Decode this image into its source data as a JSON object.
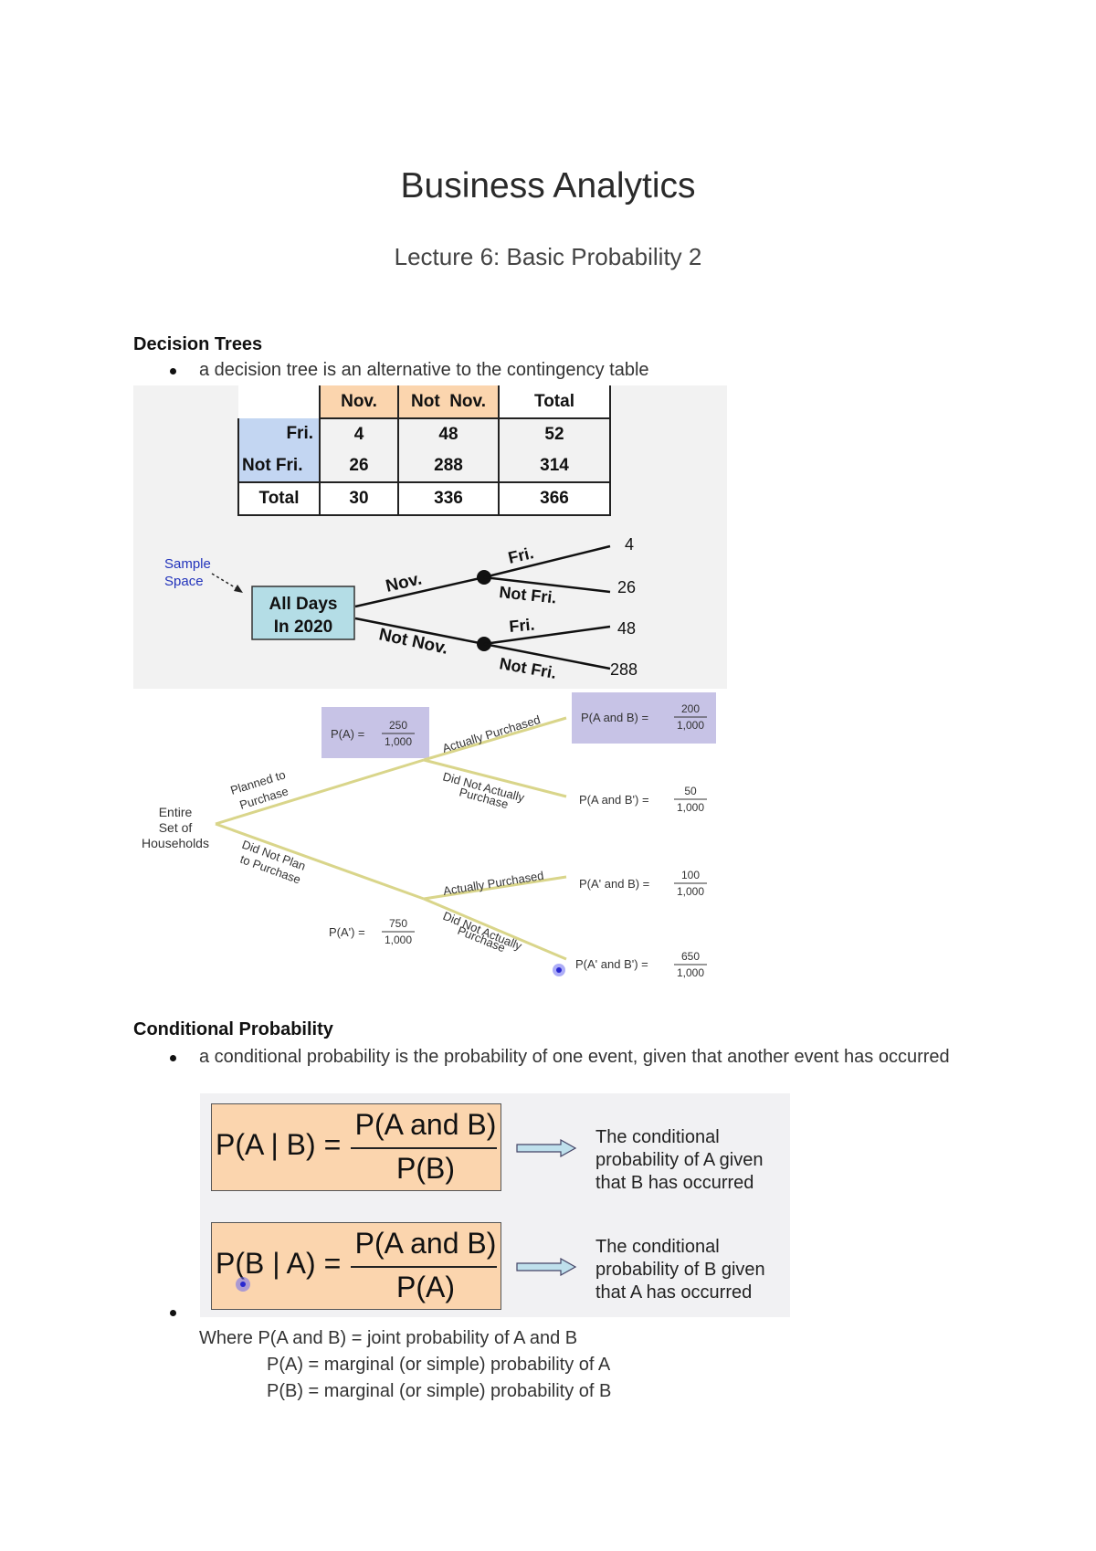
{
  "document": {
    "title": "Business Analytics",
    "subtitle": "Lecture 6: Basic Probability 2"
  },
  "sections": [
    {
      "heading": "Decision Trees",
      "bullet": "a decision tree is an alternative to the contingency table"
    },
    {
      "heading": "Conditional Probability",
      "bullet": "a conditional probability is the probability of one event, given that another event has occurred"
    }
  ],
  "contingency_table": {
    "col_headers": [
      "Nov.",
      "Not  Nov.",
      "Total"
    ],
    "rows": [
      {
        "label": "Fri.",
        "values": [
          "4",
          "48",
          "52"
        ]
      },
      {
        "label": "Not Fri.",
        "values": [
          "26",
          "288",
          "314"
        ]
      },
      {
        "label": "Total",
        "values": [
          "30",
          "336",
          "366"
        ]
      }
    ]
  },
  "tree1": {
    "sample_space_line1": "Sample",
    "sample_space_line2": "Space",
    "root_line1": "All Days",
    "root_line2": "In 2020",
    "branch_nov": "Nov.",
    "branch_not_nov": "Not Nov.",
    "leaf_fri_1": "Fri.",
    "leaf_not_fri_1": "Not Fri.",
    "leaf_fri_2": "Fri.",
    "leaf_not_fri_2": "Not Fri.",
    "v1": "4",
    "v2": "26",
    "v3": "48",
    "v4": "288"
  },
  "tree2": {
    "root_line1": "Entire",
    "root_line2": "Set of",
    "root_line3": "Households",
    "planned_line1": "Planned to",
    "planned_line2": "Purchase",
    "not_planned_line1": "Did Not Plan",
    "not_planned_line2": "to Purchase",
    "pa_label": "P(A) =",
    "pa_num": "250",
    "pa_den": "1,000",
    "pna_label": "P(A') =",
    "pna_num": "750",
    "pna_den": "1,000",
    "actually_purchased_1": "Actually Purchased",
    "did_not_1_line1": "Did Not Actually",
    "did_not_1_line2": "Purchase",
    "actually_purchased_2": "Actually Purchased",
    "did_not_2_line1": "Did Not Actually",
    "did_not_2_line2": "Purchase",
    "o1_label": "P(A and B) =",
    "o1_num": "200",
    "o1_den": "1,000",
    "o2_label": "P(A and B') =",
    "o2_num": "50",
    "o2_den": "1,000",
    "o3_label": "P(A' and B) =",
    "o3_num": "100",
    "o3_den": "1,000",
    "o4_label": "P(A' and B') =",
    "o4_num": "650",
    "o4_den": "1,000"
  },
  "formulas": [
    {
      "lhs": "P(A | B) =",
      "num": "P(A and B)",
      "den": "P(B)",
      "desc_line1": "The conditional",
      "desc_line2": "probability of A given",
      "desc_line3": "that B has occurred"
    },
    {
      "lhs": "P(B | A) =",
      "num": "P(A and B)",
      "den": "P(A)",
      "desc_line1": "The conditional",
      "desc_line2": "probability of B given",
      "desc_line3": "that A has occurred"
    }
  ],
  "where": {
    "line1": "Where P(A and B) = joint probability of A and B",
    "line2": "P(A) = marginal (or simple) probability of A",
    "line3": "P(B) = marginal (or simple) probability of B"
  },
  "colors": {
    "header_fill": "#fbd5ae",
    "row_label_fill": "#c3d6f2",
    "root_fill": "#b4dde6",
    "prob_box_fill": "#c7c3e6",
    "tree2_branch": "#d9d58a",
    "formula_fill": "#fbd5ae",
    "sample_space_blue": "#2233bb"
  }
}
